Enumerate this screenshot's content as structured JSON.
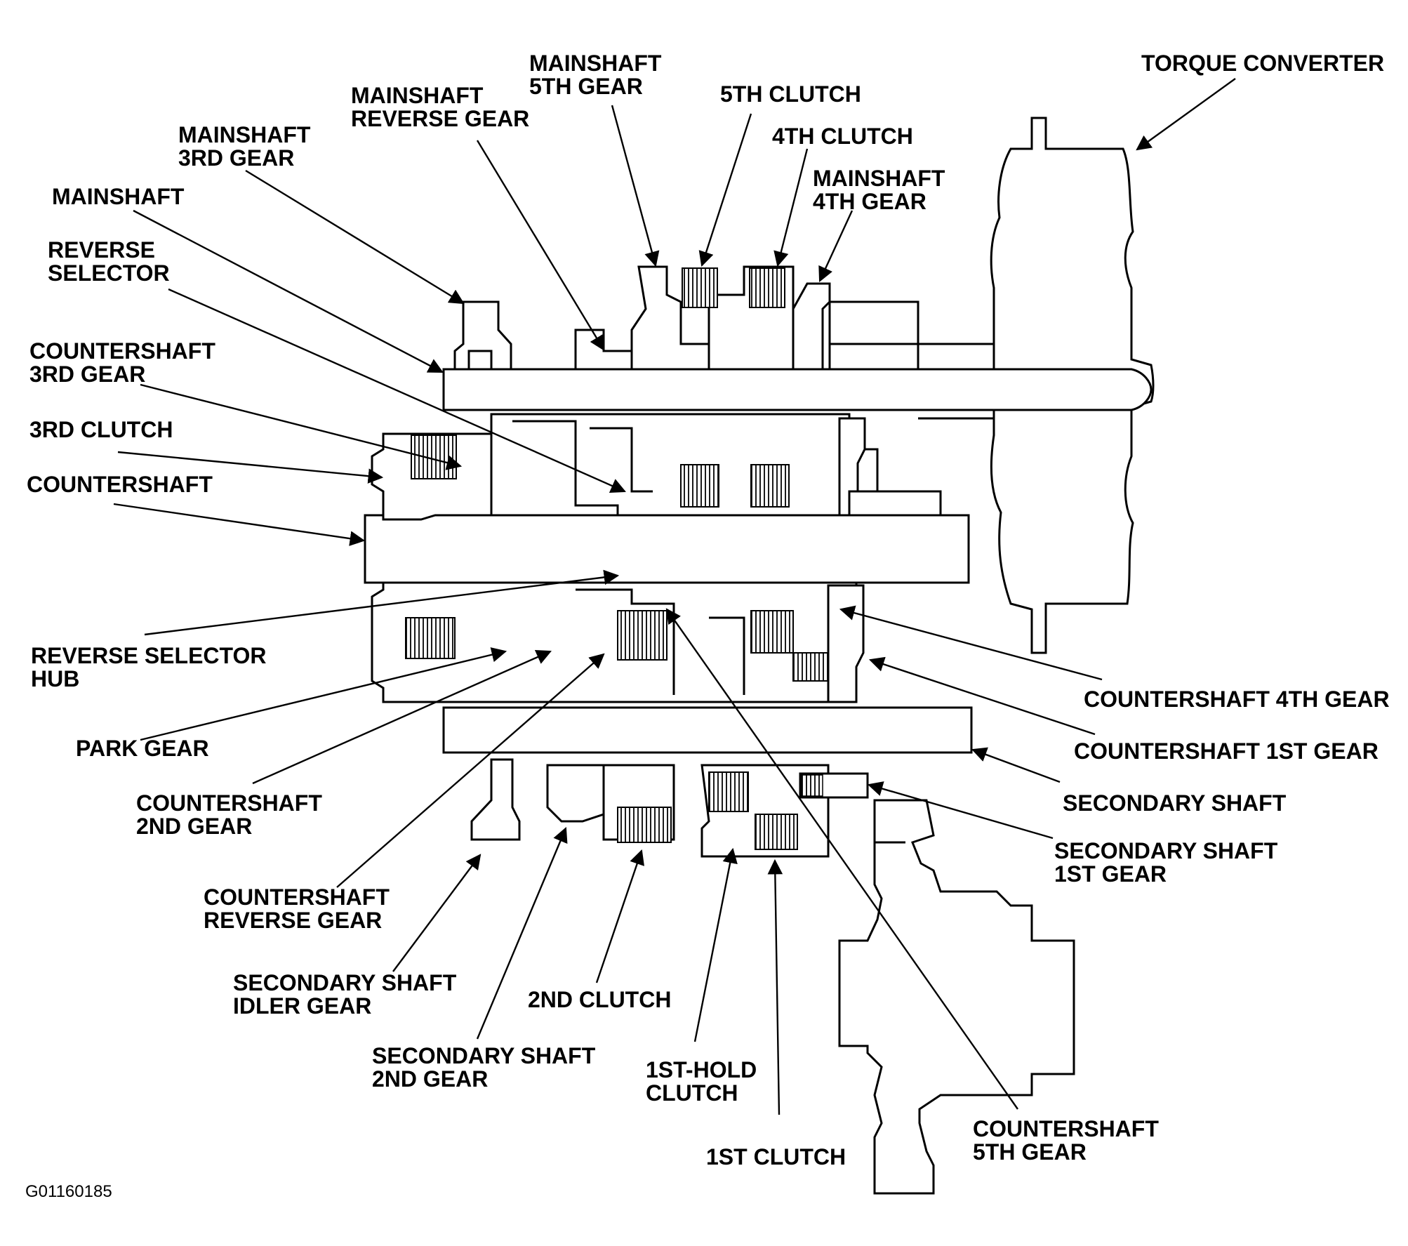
{
  "figure_id": "G01160185",
  "labels": {
    "torque_converter": [
      "TORQUE CONVERTER"
    ],
    "mainshaft_5th_gear": [
      "MAINSHAFT",
      "5TH GEAR"
    ],
    "fifth_clutch": [
      "5TH CLUTCH"
    ],
    "mainshaft_reverse_gear": [
      "MAINSHAFT",
      "REVERSE GEAR"
    ],
    "fourth_clutch": [
      "4TH CLUTCH"
    ],
    "mainshaft_3rd_gear": [
      "MAINSHAFT",
      "3RD GEAR"
    ],
    "mainshaft_4th_gear": [
      "MAINSHAFT",
      "4TH GEAR"
    ],
    "mainshaft": [
      "MAINSHAFT"
    ],
    "reverse_selector": [
      "REVERSE",
      "SELECTOR"
    ],
    "countershaft_3rd_gear": [
      "COUNTERSHAFT",
      "3RD GEAR"
    ],
    "third_clutch": [
      "3RD CLUTCH"
    ],
    "countershaft": [
      "COUNTERSHAFT"
    ],
    "reverse_selector_hub": [
      "REVERSE SELECTOR",
      "HUB"
    ],
    "park_gear": [
      "PARK GEAR"
    ],
    "countershaft_2nd_gear": [
      "COUNTERSHAFT",
      "2ND GEAR"
    ],
    "countershaft_reverse_gear": [
      "COUNTERSHAFT",
      "REVERSE GEAR"
    ],
    "secondary_shaft_idler_gear": [
      "SECONDARY SHAFT",
      "IDLER GEAR"
    ],
    "second_clutch": [
      "2ND CLUTCH"
    ],
    "secondary_shaft_2nd_gear": [
      "SECONDARY SHAFT",
      "2ND GEAR"
    ],
    "first_hold_clutch": [
      "1ST-HOLD",
      "CLUTCH"
    ],
    "first_clutch": [
      "1ST CLUTCH"
    ],
    "countershaft_5th_gear": [
      "COUNTERSHAFT",
      "5TH GEAR"
    ],
    "countershaft_4th_gear": [
      "COUNTERSHAFT 4TH GEAR"
    ],
    "countershaft_1st_gear": [
      "COUNTERSHAFT 1ST GEAR"
    ],
    "secondary_shaft": [
      "SECONDARY SHAFT"
    ],
    "secondary_shaft_1st_gear": [
      "SECONDARY SHAFT",
      "1ST GEAR"
    ]
  }
}
